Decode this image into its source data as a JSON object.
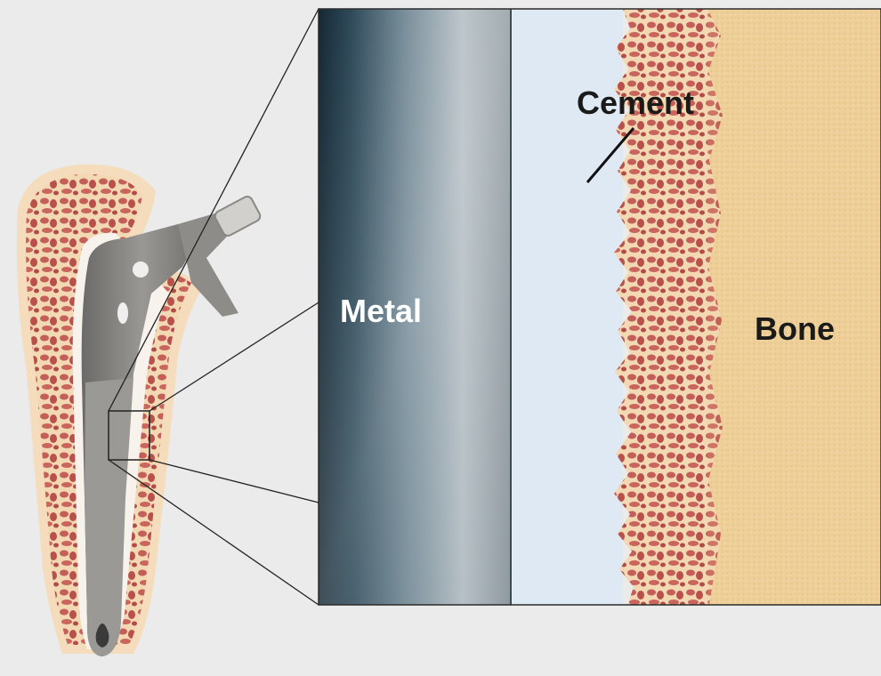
{
  "labels": {
    "metal": "Metal",
    "cement": "Cement",
    "bone": "Bone"
  },
  "colors": {
    "background": "#ebebeb",
    "metal_dark": "#1e3440",
    "metal_light": "#a9b5bd",
    "cement": "#dde8f2",
    "bone_fill": "#efd09a",
    "trabecular": "#c0605a",
    "label_white": "#ffffff",
    "label_dark": "#1a1a1a"
  }
}
